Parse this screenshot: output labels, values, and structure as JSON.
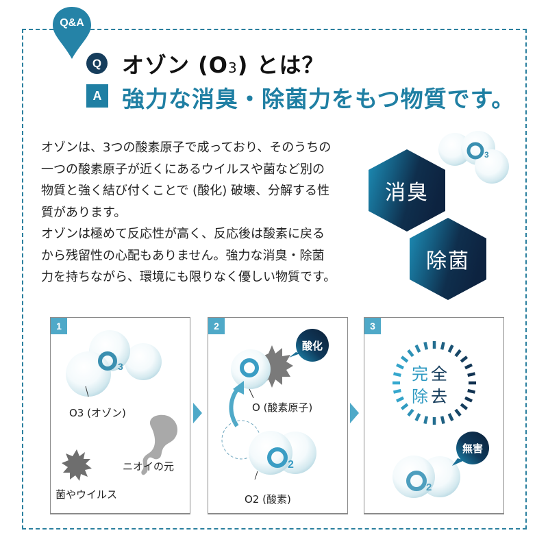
{
  "header": {
    "badge": "Q&A",
    "question_marker": "Q",
    "question_prefix": "オゾン (O",
    "question_sub": "3",
    "question_suffix": ") とは？",
    "answer_marker": "A",
    "answer": "強力な消臭・除菌力をもつ物質です。"
  },
  "body": {
    "lines": [
      "オゾンは、3つの酸素原子で成っており、そのうちの",
      "一つの酸素原子が近くにあるウイルスや菌など別の",
      "物質と強く結び付くことで (酸化) 破壊、分解する性",
      "質があります。",
      "オゾンは極めて反応性が高く、反応後は酸素に戻る",
      "から残留性の心配もありません。強力な消臭・除菌",
      "力を持ちながら、環境にも限りなく優しい物質です。"
    ]
  },
  "features": {
    "hex1": "消臭",
    "hex2": "除菌",
    "molecule_label": "O",
    "molecule_sub": "3"
  },
  "steps": [
    {
      "number": "1",
      "molecule": "O",
      "molecule_sub": "3",
      "ozone_label": "O3 (オゾン)",
      "odor_label": "ニオイの元",
      "germ_label": "菌やウイルス"
    },
    {
      "number": "2",
      "atom": "O",
      "atom_label": "O (酸素原子)",
      "bubble": "酸化",
      "oxygen": "O",
      "oxygen_sub": "2",
      "oxygen_label": "O2 (酸素)"
    },
    {
      "number": "3",
      "wipe_chars": [
        "完",
        "全",
        "除",
        "去"
      ],
      "bubble": "無害",
      "oxygen": "O",
      "oxygen_sub": "2"
    }
  ],
  "colors": {
    "teal": "#1f7fa3",
    "light_teal": "#4fa9c8",
    "navy": "#163d5c",
    "gray": "#7a7a7a"
  }
}
